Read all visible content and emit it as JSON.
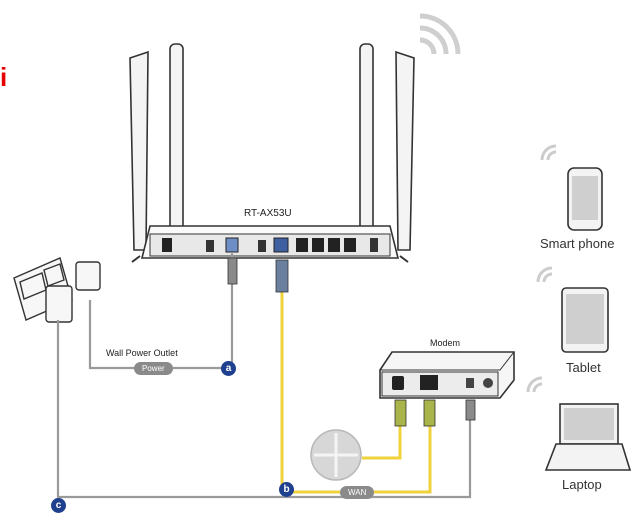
{
  "router": {
    "model": "RT-AX53U"
  },
  "modem": {
    "label": "Modem"
  },
  "power": {
    "outlet_label": "Wall Power Outlet",
    "cable_label": "Power"
  },
  "wan": {
    "cable_label": "WAN"
  },
  "markers": {
    "a": "a",
    "b": "b",
    "c": "c"
  },
  "devices": {
    "smartphone": "Smart phone",
    "tablet": "Tablet",
    "laptop": "Laptop"
  },
  "edge_mark": "i",
  "colors": {
    "wan_cable": "#f0d23c",
    "power_cable": "#9a9a9a",
    "marker": "#1f3f8f",
    "edge_mark": "#e60000"
  }
}
